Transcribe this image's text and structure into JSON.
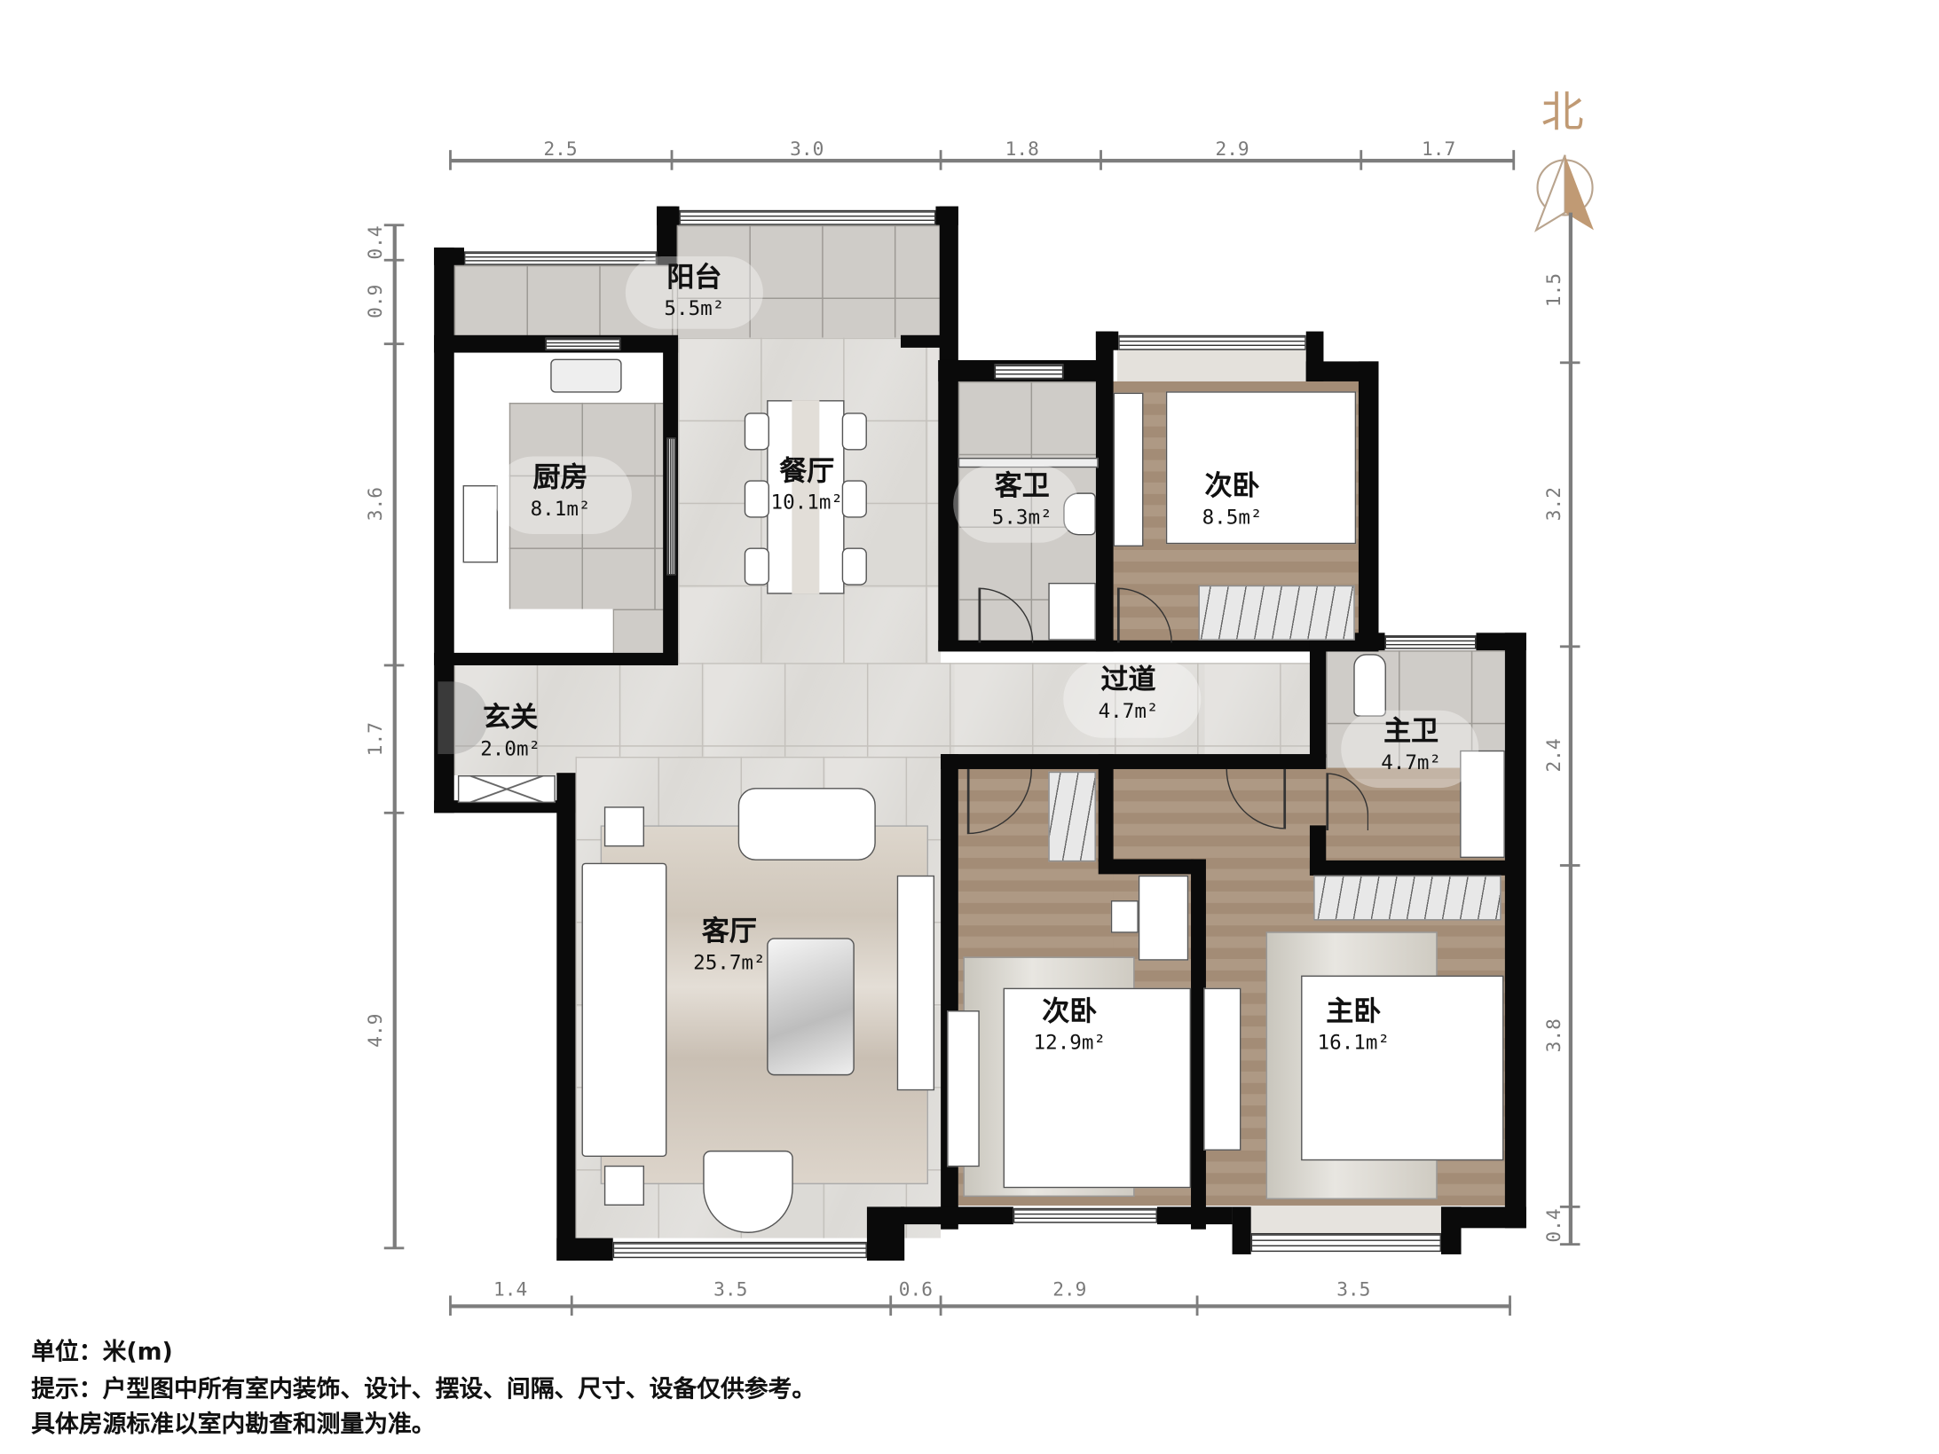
{
  "compass": {
    "label": "北",
    "color": "#c09a74"
  },
  "dimensions": {
    "top": [
      "2.5",
      "3.0",
      "1.8",
      "2.9",
      "1.7"
    ],
    "bottom": [
      "1.4",
      "3.5",
      "0.6",
      "2.9",
      "3.5"
    ],
    "left": [
      "0.4",
      "0.9",
      "3.6",
      "1.7",
      "4.9"
    ],
    "right": [
      "1.5",
      "3.2",
      "2.4",
      "3.8",
      "0.4"
    ]
  },
  "rooms": {
    "balcony": {
      "name": "阳台",
      "area": "5.5m²"
    },
    "kitchen": {
      "name": "厨房",
      "area": "8.1m²"
    },
    "dining": {
      "name": "餐厅",
      "area": "10.1m²"
    },
    "guest_bath": {
      "name": "客卫",
      "area": "5.3m²"
    },
    "bedroom_small": {
      "name": "次卧",
      "area": "8.5m²"
    },
    "corridor": {
      "name": "过道",
      "area": "4.7m²"
    },
    "entry": {
      "name": "玄关",
      "area": "2.0m²"
    },
    "master_bath": {
      "name": "主卫",
      "area": "4.7m²"
    },
    "living": {
      "name": "客厅",
      "area": "25.7m²"
    },
    "bedroom_second": {
      "name": "次卧",
      "area": "12.9m²"
    },
    "master_bedroom": {
      "name": "主卧",
      "area": "16.1m²"
    }
  },
  "footer": {
    "unit": "单位：米(m)",
    "note": "提示：户型图中所有室内装饰、设计、摆设、间隔、尺寸、设备仅供参考。",
    "disclaimer": "具体房源标准以室内勘查和测量为准。"
  }
}
